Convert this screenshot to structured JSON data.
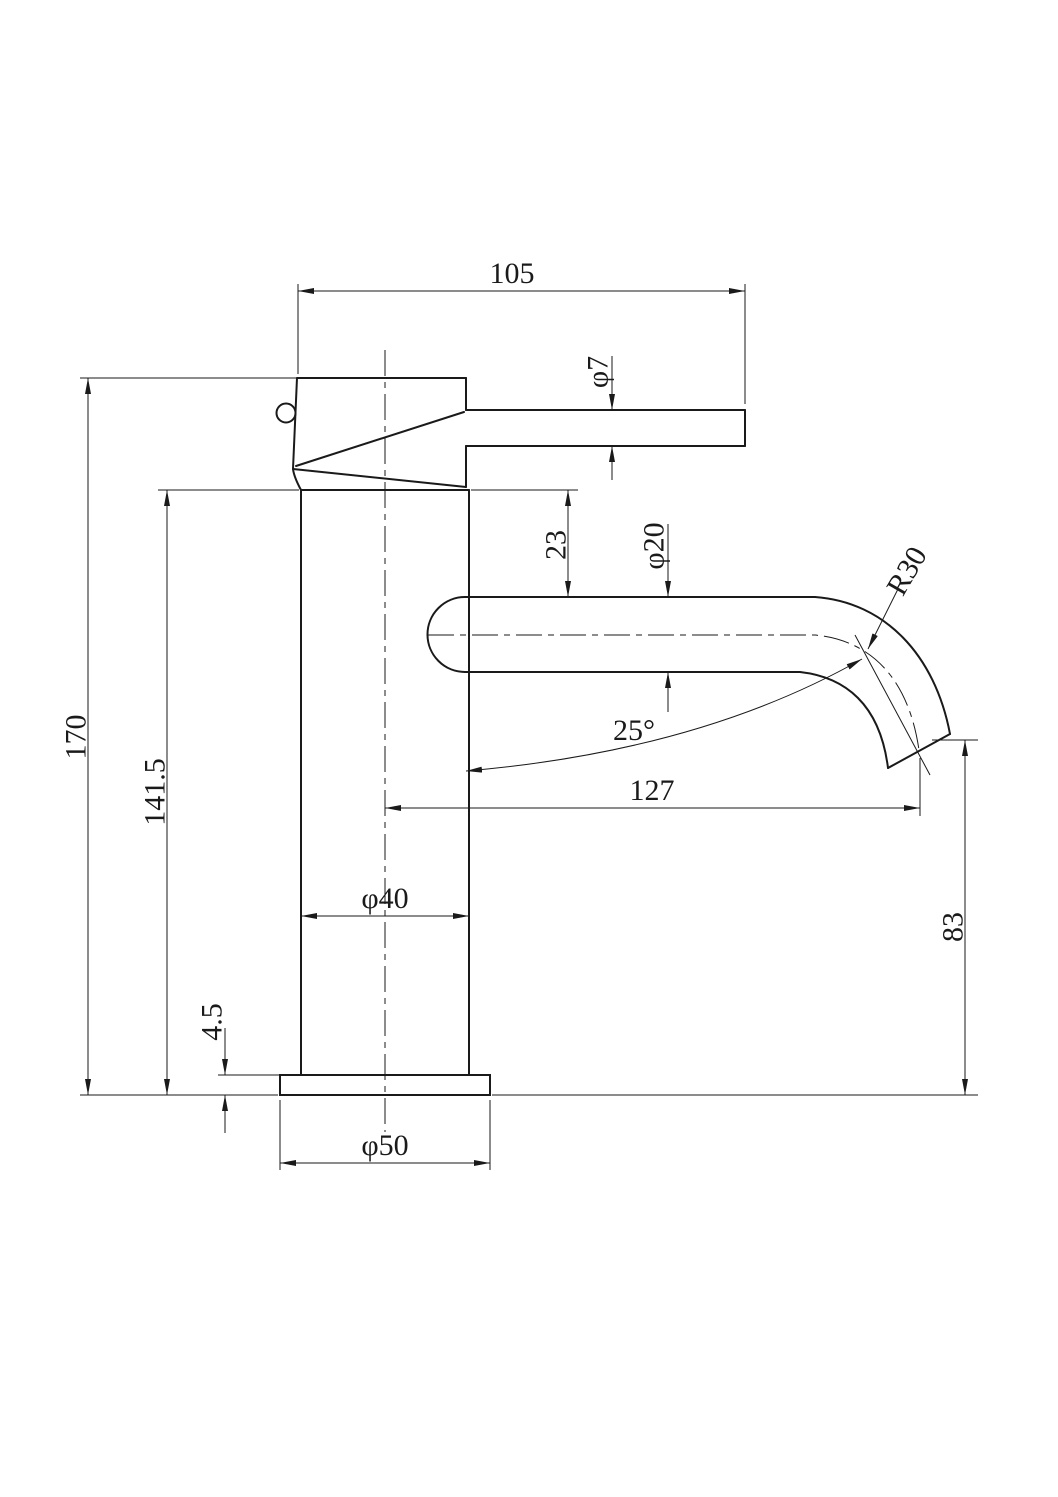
{
  "style": {
    "ink": "#1a1a1a",
    "background": "#ffffff"
  },
  "dimensions": {
    "handle_length": "105",
    "handle_rod_diameter": "φ7",
    "overall_height": "170",
    "body_height": "141.5",
    "spout_top_offset": "23",
    "spout_diameter": "φ20",
    "bend_radius": "R30",
    "spout_angle": "25°",
    "spout_reach": "127",
    "body_diameter": "φ40",
    "outlet_height": "83",
    "base_thickness": "4.5",
    "base_diameter": "φ50"
  }
}
